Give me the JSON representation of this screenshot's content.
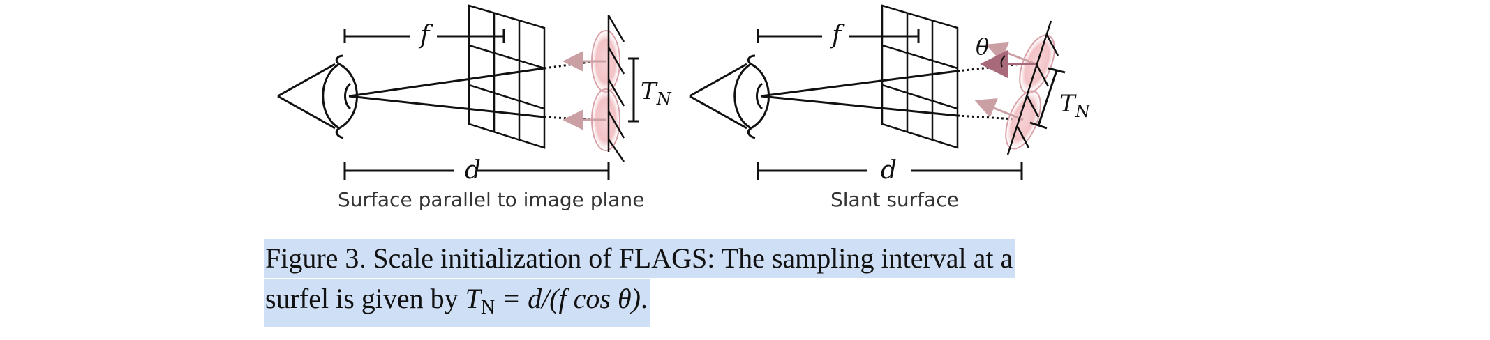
{
  "figure": {
    "left_panel": {
      "label": "Surface parallel to image plane",
      "symbols": {
        "focal": "f",
        "distance": "d",
        "interval": "T",
        "interval_sub": "N"
      }
    },
    "right_panel": {
      "label": "Slant surface",
      "symbols": {
        "focal": "f",
        "distance": "d",
        "interval": "T",
        "interval_sub": "N",
        "angle": "θ"
      }
    },
    "colors": {
      "line": "#111111",
      "surfel": "#f4c9cd",
      "surfel_edge": "#d9a2a8",
      "arrow": "#caa0a4",
      "normal_arrow": "#a86a7a",
      "caption_highlight": "#cfdff5"
    }
  },
  "caption": {
    "line1": "Figure 3. Scale initialization of FLAGS: The sampling interval at a",
    "line2_prefix": "surfel is given by ",
    "math_T": "T",
    "math_sub": "N",
    "math_rest": " = d/(f cos θ)",
    "line2_suffix": "."
  }
}
